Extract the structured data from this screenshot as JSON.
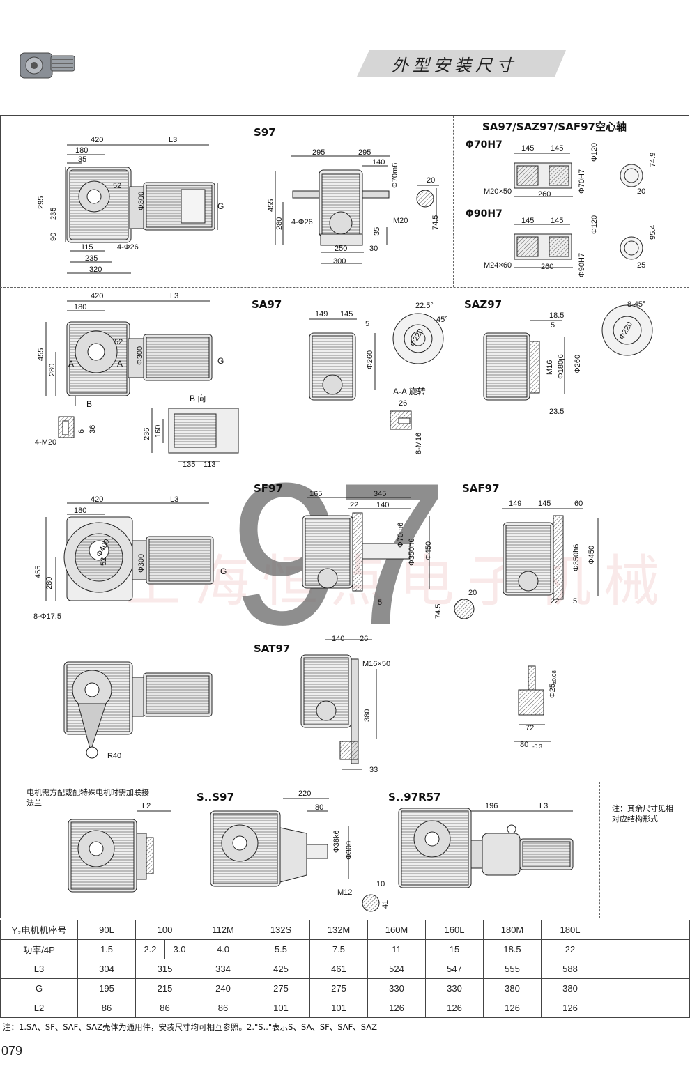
{
  "header": {
    "title": "外型安装尺寸"
  },
  "sections": {
    "s97": {
      "title": "S97"
    },
    "hollow": {
      "title": "SA97/SAZ97/SAF97空心轴",
      "d70": "Φ70H7",
      "d90": "Φ90H7"
    },
    "sa97": {
      "title": "SA97",
      "view_b": "B 向",
      "aa": "A-A 旋转"
    },
    "saz97": {
      "title": "SAZ97"
    },
    "sf97": {
      "title": "SF97"
    },
    "saf97": {
      "title": "SAF97"
    },
    "sat97": {
      "title": "SAT97"
    },
    "s_s97": {
      "title": "S..S97"
    },
    "s_97r57": {
      "title": "S..97R57"
    },
    "flange_note": "电机需方配或配特殊电机时需加联接法兰",
    "side_note": "注：其余尺寸见相对应结构形式"
  },
  "watermark": {
    "model": "97",
    "text": "上海恒点电子机械"
  },
  "dims": {
    "s97_top": [
      "420",
      "L3",
      "180",
      "35"
    ],
    "s97_left": [
      "295",
      "235",
      "90"
    ],
    "s97_misc": [
      "52",
      "Φ300",
      "G",
      "115",
      "4-Φ26",
      "235",
      "320"
    ],
    "s97_side": [
      "295",
      "295",
      "140",
      "Φ70m6",
      "20",
      "455",
      "280",
      "4-Φ26",
      "35",
      "250",
      "30",
      "300",
      "M20",
      "74.5"
    ],
    "hollow_70": [
      "145",
      "145",
      "Φ120",
      "74.9",
      "M20×50",
      "260",
      "Φ70H7",
      "20"
    ],
    "hollow_90": [
      "145",
      "145",
      "Φ120",
      "95.4",
      "M24×60",
      "260",
      "Φ90H7",
      "25"
    ],
    "sa97_front": [
      "420",
      "L3",
      "180",
      "455",
      "280",
      "52",
      "Φ300",
      "G",
      "A",
      "A",
      "B"
    ],
    "sa97_bview": [
      "236",
      "160",
      "135",
      "113"
    ],
    "sa97_detail": [
      "6",
      "36",
      "4-M20"
    ],
    "sa97_side": [
      "149",
      "145",
      "5",
      "Φ260"
    ],
    "sa97_flange": [
      "22.5°",
      "45°",
      "Φ220"
    ],
    "sa97_aa": [
      "26",
      "8-M16"
    ],
    "saz97_side": [
      "18.5",
      "5",
      "M16",
      "Φ180j6",
      "Φ260",
      "23.5"
    ],
    "saz97_flange": [
      "8-45°",
      "Φ220"
    ],
    "sf97_front": [
      "420",
      "L3",
      "180",
      "455",
      "280",
      "Φ400",
      "52",
      "Φ300",
      "G",
      "8-Φ17.5"
    ],
    "sf97_side": [
      "165",
      "345",
      "22",
      "140",
      "Φ70m6",
      "Φ350h6",
      "Φ450",
      "5",
      "20",
      "74.5"
    ],
    "saf97_side": [
      "149",
      "145",
      "60",
      "Φ350h6",
      "Φ450",
      "22",
      "5"
    ],
    "sat97": [
      "R40",
      "140",
      "26",
      "M16×50",
      "380",
      "33",
      "Φ25",
      "±0.08",
      "72",
      "80",
      "-0.3"
    ],
    "s_s97": [
      "220",
      "80",
      "Φ38k6",
      "Φ300",
      "M12",
      "10",
      "41"
    ],
    "flange_only": [
      "L2"
    ],
    "s_97r57": [
      "196",
      "L3"
    ]
  },
  "table": {
    "header_label": "Y₂电机机座号",
    "frames": [
      "90L",
      "100",
      "112M",
      "132S",
      "132M",
      "160M",
      "160L",
      "180M",
      "180L"
    ],
    "rows": [
      {
        "label": "功率/4P",
        "values": [
          "1.5",
          "2.2",
          "3.0",
          "4.0",
          "5.5",
          "7.5",
          "11",
          "15",
          "18.5",
          "22"
        ]
      },
      {
        "label": "L3",
        "values": [
          "304",
          "315",
          "334",
          "425",
          "461",
          "524",
          "547",
          "555",
          "588"
        ]
      },
      {
        "label": "G",
        "values": [
          "195",
          "215",
          "240",
          "275",
          "275",
          "330",
          "330",
          "380",
          "380"
        ]
      },
      {
        "label": "L2",
        "values": [
          "86",
          "86",
          "86",
          "101",
          "101",
          "126",
          "126",
          "126",
          "126"
        ]
      }
    ]
  },
  "footnote": "注：1.SA、SF、SAF、SAZ壳体为通用件，安装尺寸均可相互参照。2.\"S..\"表示S、SA、SF、SAF、SAZ",
  "page_number": "079"
}
